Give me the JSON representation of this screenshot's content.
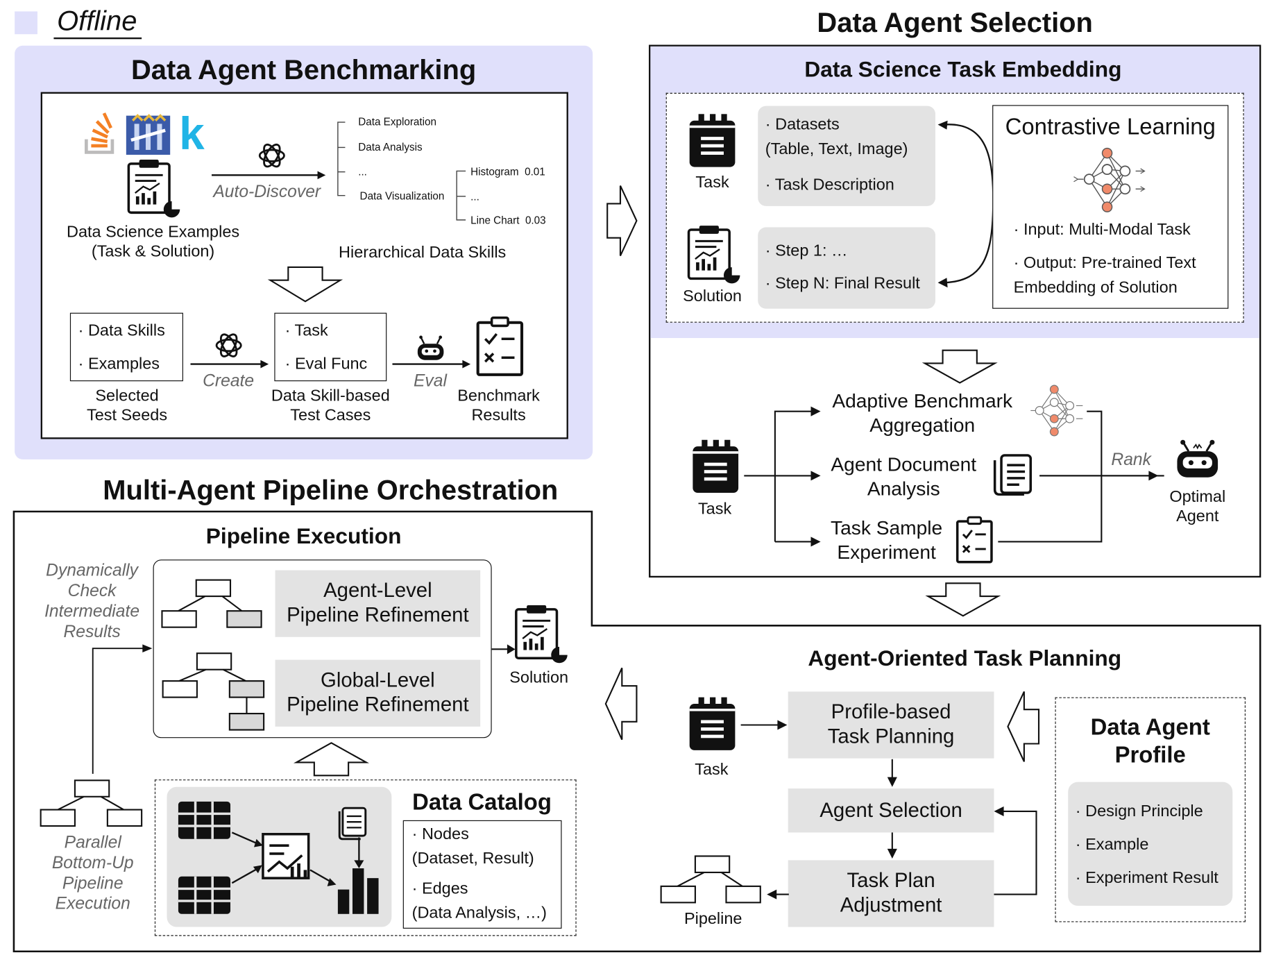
{
  "offline_label": "Offline",
  "bench": {
    "title": "Data Agent Benchmarking",
    "examples_label": [
      "Data Science Examples",
      "(Task & Solution)"
    ],
    "auto_discover": "Auto-Discover",
    "skills": [
      "Data Exploration",
      "Data Analysis",
      "...",
      "Data Visualization"
    ],
    "subskills": [
      "Histogram  0.01",
      "...",
      "Line Chart  0.03"
    ],
    "hier_label": "Hierarchical Data Skills",
    "seeds_items": [
      "· Data Skills",
      "· Examples"
    ],
    "create": "Create",
    "cases_items": [
      "· Task",
      "· Eval Func"
    ],
    "eval": "Eval",
    "seeds_caption": [
      "Selected",
      "Test Seeds"
    ],
    "cases_caption": [
      "Data Skill-based",
      "Test Cases"
    ],
    "results_caption": [
      "Benchmark",
      "Results"
    ]
  },
  "selection": {
    "title": "Data Agent Selection",
    "embed_title": "Data Science Task Embedding",
    "task_label": "Task",
    "solution_label": "Solution",
    "task_items": [
      "· Datasets",
      "(Table, Text, Image)",
      "· Task Description"
    ],
    "solution_items": [
      "· Step 1: …",
      "· Step N: Final Result"
    ],
    "cl_title": "Contrastive Learning",
    "cl_items": [
      "· Input: Multi-Modal Task",
      "· Output: Pre-trained Text",
      "Embedding of Solution"
    ],
    "task_label2": "Task",
    "methods": [
      [
        "Adaptive Benchmark",
        "Aggregation"
      ],
      [
        "Agent Document",
        "Analysis"
      ],
      [
        "Task Sample",
        "Experiment"
      ]
    ],
    "rank": "Rank",
    "optimal": [
      "Optimal",
      "Agent"
    ]
  },
  "pipeline": {
    "title": "Multi-Agent Pipeline Orchestration",
    "exec_title": "Pipeline Execution",
    "dyn_check": [
      "Dynamically",
      "Check",
      "Intermediate",
      "Results"
    ],
    "agent_refine": [
      "Agent-Level",
      "Pipeline Refinement"
    ],
    "global_refine": [
      "Global-Level",
      "Pipeline Refinement"
    ],
    "solution_label": "Solution",
    "parallel": [
      "Parallel",
      "Bottom-Up",
      "Pipeline",
      "Execution"
    ],
    "catalog_title": "Data Catalog",
    "catalog_items": [
      "· Nodes",
      "(Dataset, Result)",
      "· Edges",
      "(Data Analysis, …)"
    ]
  },
  "planning": {
    "title": "Agent-Oriented Task Planning",
    "task_label": "Task",
    "steps": [
      [
        "Profile-based",
        "Task Planning"
      ],
      [
        "Agent Selection"
      ],
      [
        "Task Plan",
        "Adjustment"
      ]
    ],
    "pipeline_label": "Pipeline",
    "profile_title": [
      "Data Agent",
      "Profile"
    ],
    "profile_items": [
      "· Design Principle",
      "· Example",
      "· Experiment Result"
    ]
  },
  "colors": {
    "accent_purple": "#e0e0fb",
    "gray_box": "#e3e3e3",
    "orange_node": "#f08a6a",
    "stack_orange": "#e8812e",
    "blue_icon": "#3b5ba9",
    "cyan_k": "#20b4e6"
  }
}
